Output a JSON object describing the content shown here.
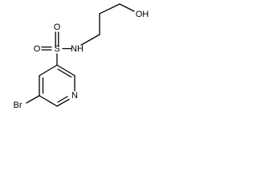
{
  "molecule": {
    "atoms": {
      "O_top": "O",
      "S": "S",
      "O_left": "O",
      "NH": "NH",
      "OH": "OH",
      "Br": "Br",
      "N_ring": "N"
    }
  }
}
